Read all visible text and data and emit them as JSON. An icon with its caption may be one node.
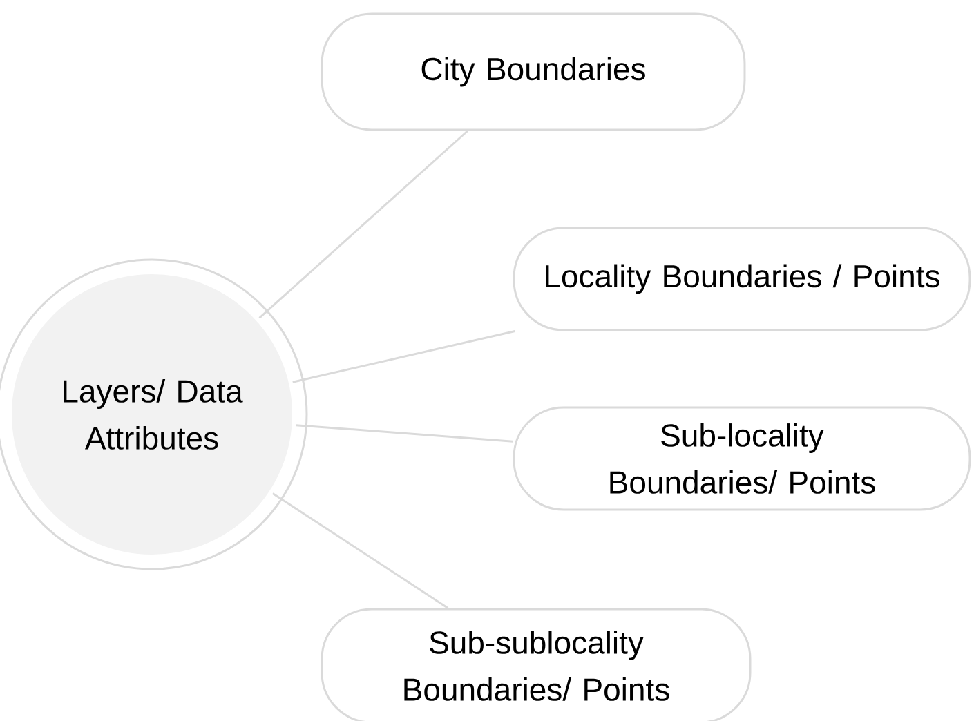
{
  "diagram": {
    "nodes": [
      {
        "text": [
          "Layers/ Data Attributes"
        ]
      },
      {
        "text": [
          "City Boundaries"
        ]
      },
      {
        "text": [
          "Locality Boundaries / Points"
        ]
      },
      {
        "text": [
          "Sub-locality Boundaries/ Points"
        ]
      },
      {
        "text": [
          "Sub-sublocality Boundaries/ Points"
        ]
      }
    ],
    "edges": [
      {
        "from": 0,
        "to": 1,
        "arrow": "none"
      },
      {
        "from": 0,
        "to": 2,
        "arrow": "none"
      },
      {
        "from": 0,
        "to": 3,
        "arrow": "none"
      },
      {
        "from": 0,
        "to": 4,
        "arrow": "none"
      }
    ]
  }
}
